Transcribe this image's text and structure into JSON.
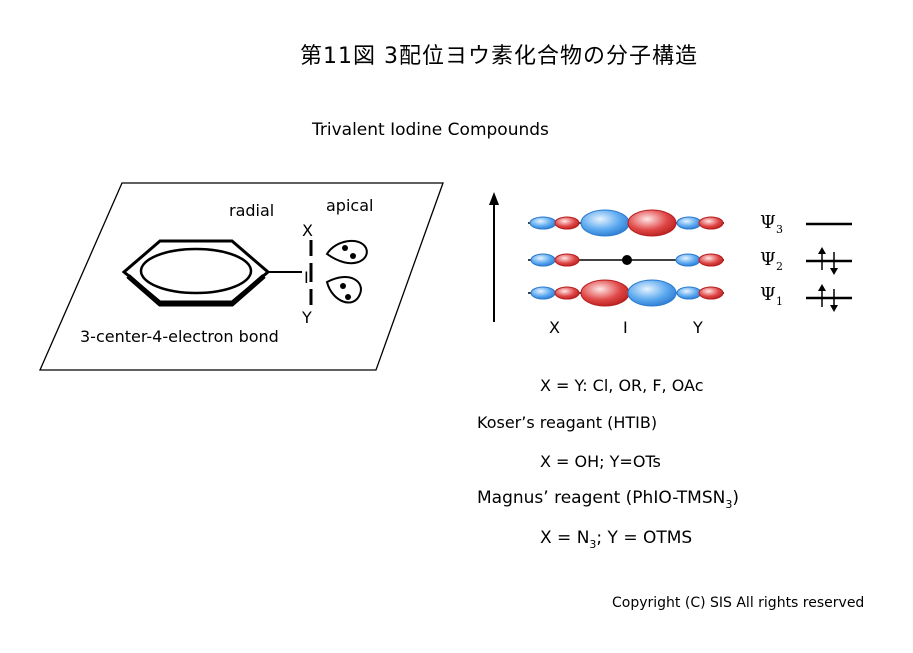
{
  "title": "第11図 3配位ヨウ素化合物の分子構造",
  "subtitle": "Trivalent Iodine Compounds",
  "left_panel": {
    "radial_label": "radial",
    "apical_label": "apical",
    "x_label": "X",
    "i_label": "I",
    "y_label": "Y",
    "bond_label": "3-center-4-electron bond"
  },
  "orbital_panel": {
    "levels": [
      {
        "name": "Ψ",
        "sub": "3",
        "occupancy": 0
      },
      {
        "name": "Ψ",
        "sub": "2",
        "occupancy": 2
      },
      {
        "name": "Ψ",
        "sub": "1",
        "occupancy": 2
      }
    ],
    "axis_labels": [
      "X",
      "I",
      "Y"
    ],
    "colors": {
      "blue_lobe": "#4a9fe8",
      "red_lobe": "#d92b2b"
    }
  },
  "notes": {
    "line1": "X = Y: Cl, OR, F, OAc",
    "line2": "Koser’s reagant (HTIB)",
    "line3": "X = OH; Y=OTs",
    "line4_main": "Magnus’ reagent (PhIO-TMSN",
    "line4_sub": "3",
    "line4_end": ")",
    "line5_a": "X = N",
    "line5_sub": "3",
    "line5_b": "; Y = OTMS"
  },
  "copyright": "Copyright (C) SIS All rights reserved"
}
